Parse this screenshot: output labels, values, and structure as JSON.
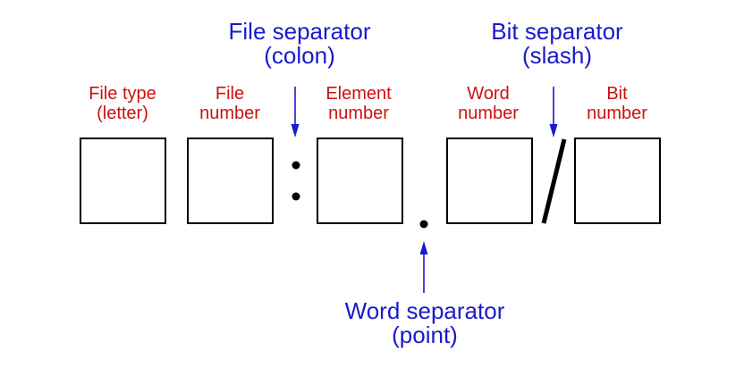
{
  "colors": {
    "field_label": "#cc1111",
    "separator_label": "#1a1acc",
    "box_stroke": "#000000"
  },
  "field_labels": [
    {
      "line1": "File type",
      "line2": "(letter)"
    },
    {
      "line1": "File",
      "line2": "number"
    },
    {
      "line1": "Element",
      "line2": "number"
    },
    {
      "line1": "Word",
      "line2": "number"
    },
    {
      "line1": "Bit",
      "line2": "number"
    }
  ],
  "separators": {
    "file": {
      "line1": "File separator",
      "line2": "(colon)"
    },
    "bit": {
      "line1": "Bit separator",
      "line2": "(slash)"
    },
    "word": {
      "line1": "Word separator",
      "line2": "(point)"
    }
  }
}
